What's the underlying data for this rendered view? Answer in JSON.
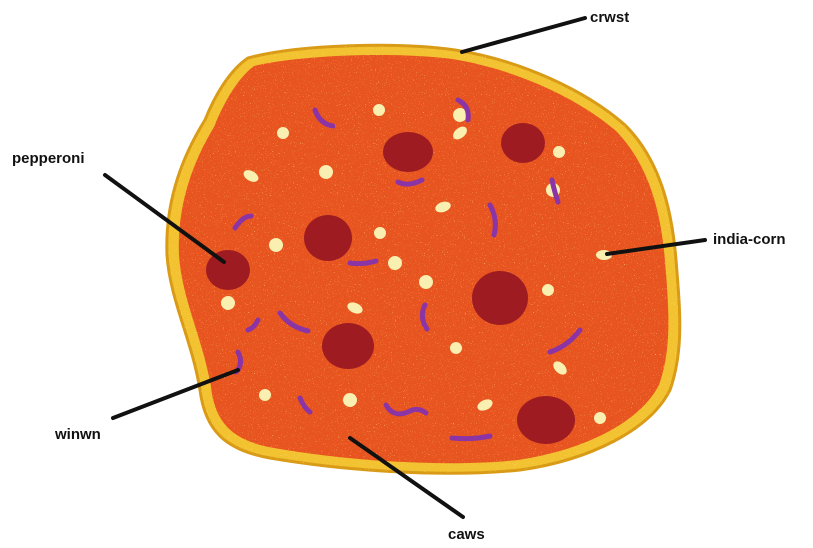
{
  "labels": {
    "crust": "crwst",
    "pepperoni": "pepperoni",
    "india_corn": "india-corn",
    "onion": "winwn",
    "sauce": "caws"
  },
  "colors": {
    "background": "#ffffff",
    "sauce": "#e8541f",
    "crust": "#f2c230",
    "crust_edge": "#d99a16",
    "pepperoni": "#9e1b22",
    "corn": "#f8efb0",
    "onion": "#8a34a6",
    "leader_line": "#111111",
    "label_text": "#111111"
  },
  "icons": [
    "pizza-illustration"
  ]
}
